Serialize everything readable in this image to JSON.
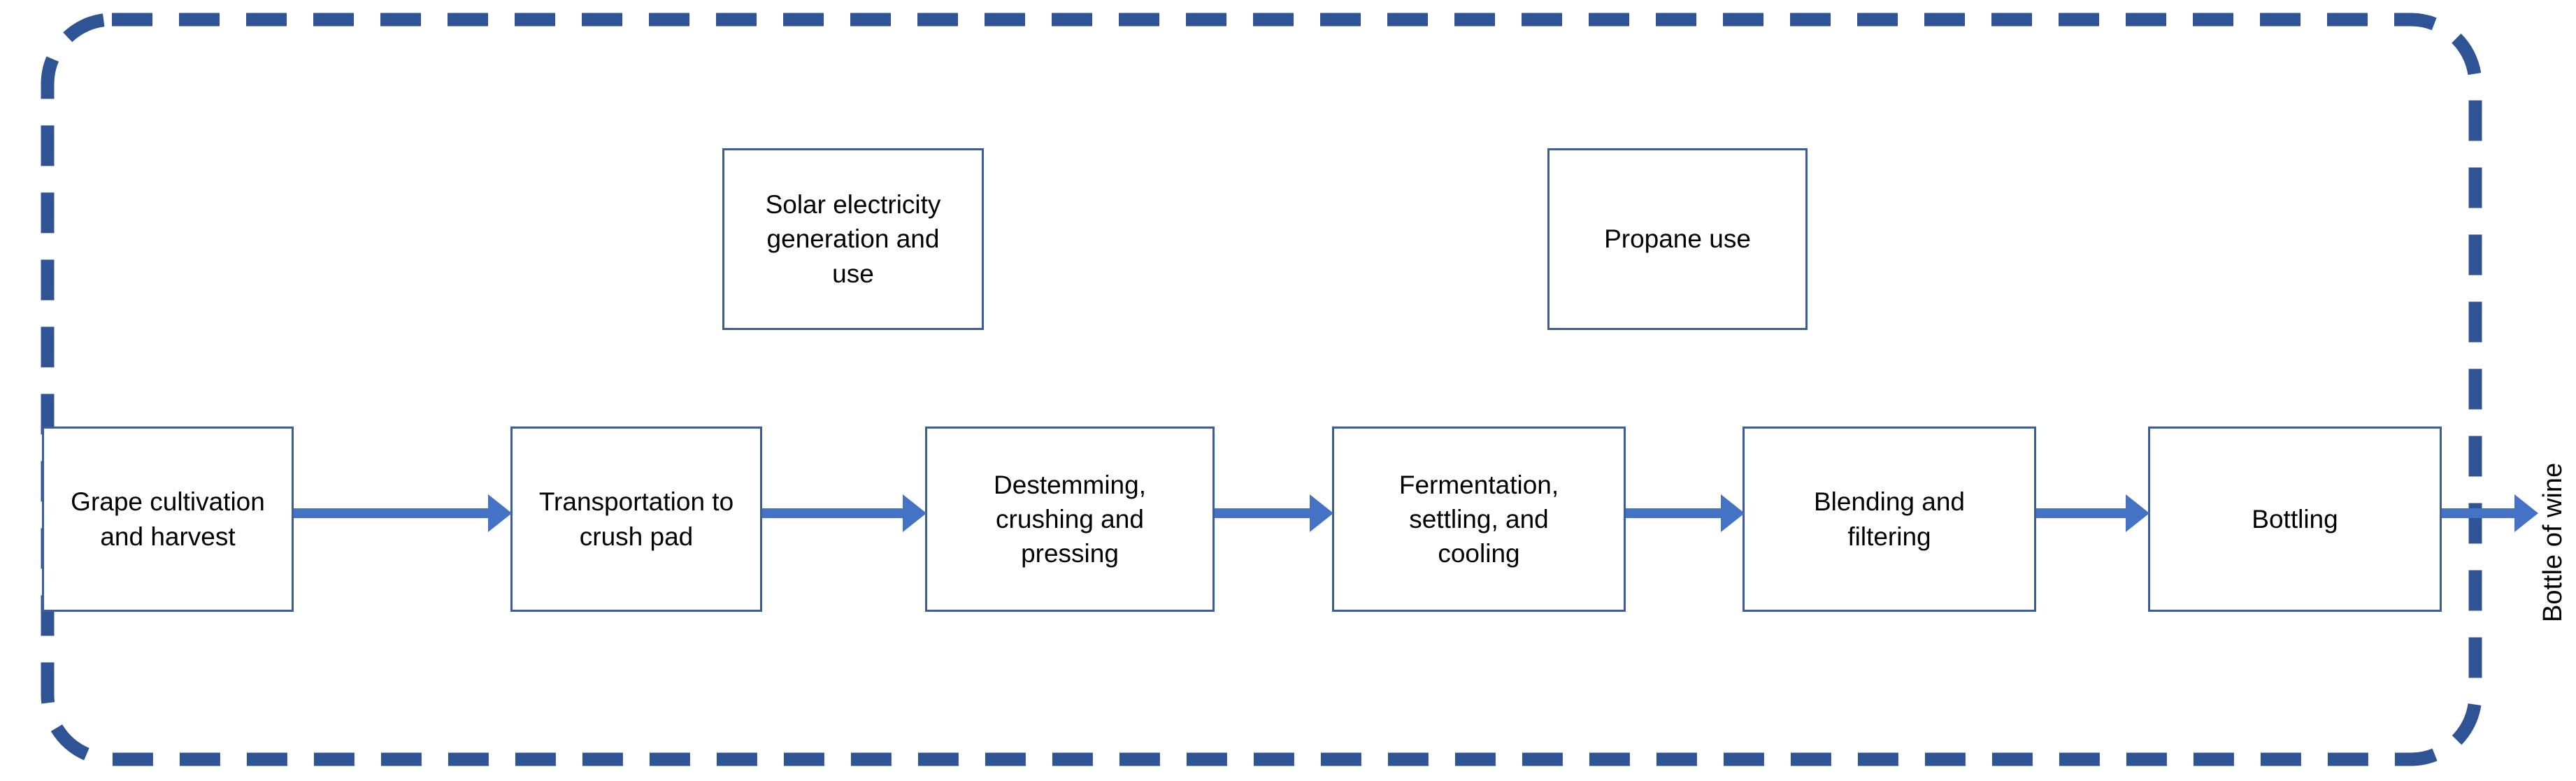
{
  "diagram": {
    "title": "Wine production system boundary flow diagram",
    "colors": {
      "boundary_dashed": "#2F5496",
      "box_border": "#3B5E9B",
      "arrow": "#4472C4",
      "text": "#000000",
      "background": "#FFFFFF"
    },
    "system_boundary": {
      "style": "dashed rounded rectangle",
      "label": ""
    },
    "process_steps": [
      {
        "id": "grape-cultivation-and-harvest",
        "label": "Grape cultivation\nand harvest"
      },
      {
        "id": "transportation-to-crush-pad",
        "label": "Transportation to\ncrush pad"
      },
      {
        "id": "destemming-crushing-and-pressing",
        "label": "Destemming,\ncrushing and\npressing"
      },
      {
        "id": "fermentation-settling-and-cooling",
        "label": "Fermentation,\nsettling, and\ncooling"
      },
      {
        "id": "blending-and-filtering",
        "label": "Blending and\nfiltering"
      },
      {
        "id": "bottling",
        "label": "Bottling"
      }
    ],
    "energy_inputs": [
      {
        "id": "solar-electricity-generation-and-use",
        "label": "Solar electricity\ngeneration and\nuse"
      },
      {
        "id": "propane-use",
        "label": "Propane use"
      }
    ],
    "output": {
      "id": "bottle-of-wine",
      "label": "Bottle of wine",
      "orientation": "vertical"
    },
    "arrow_count": 6
  }
}
